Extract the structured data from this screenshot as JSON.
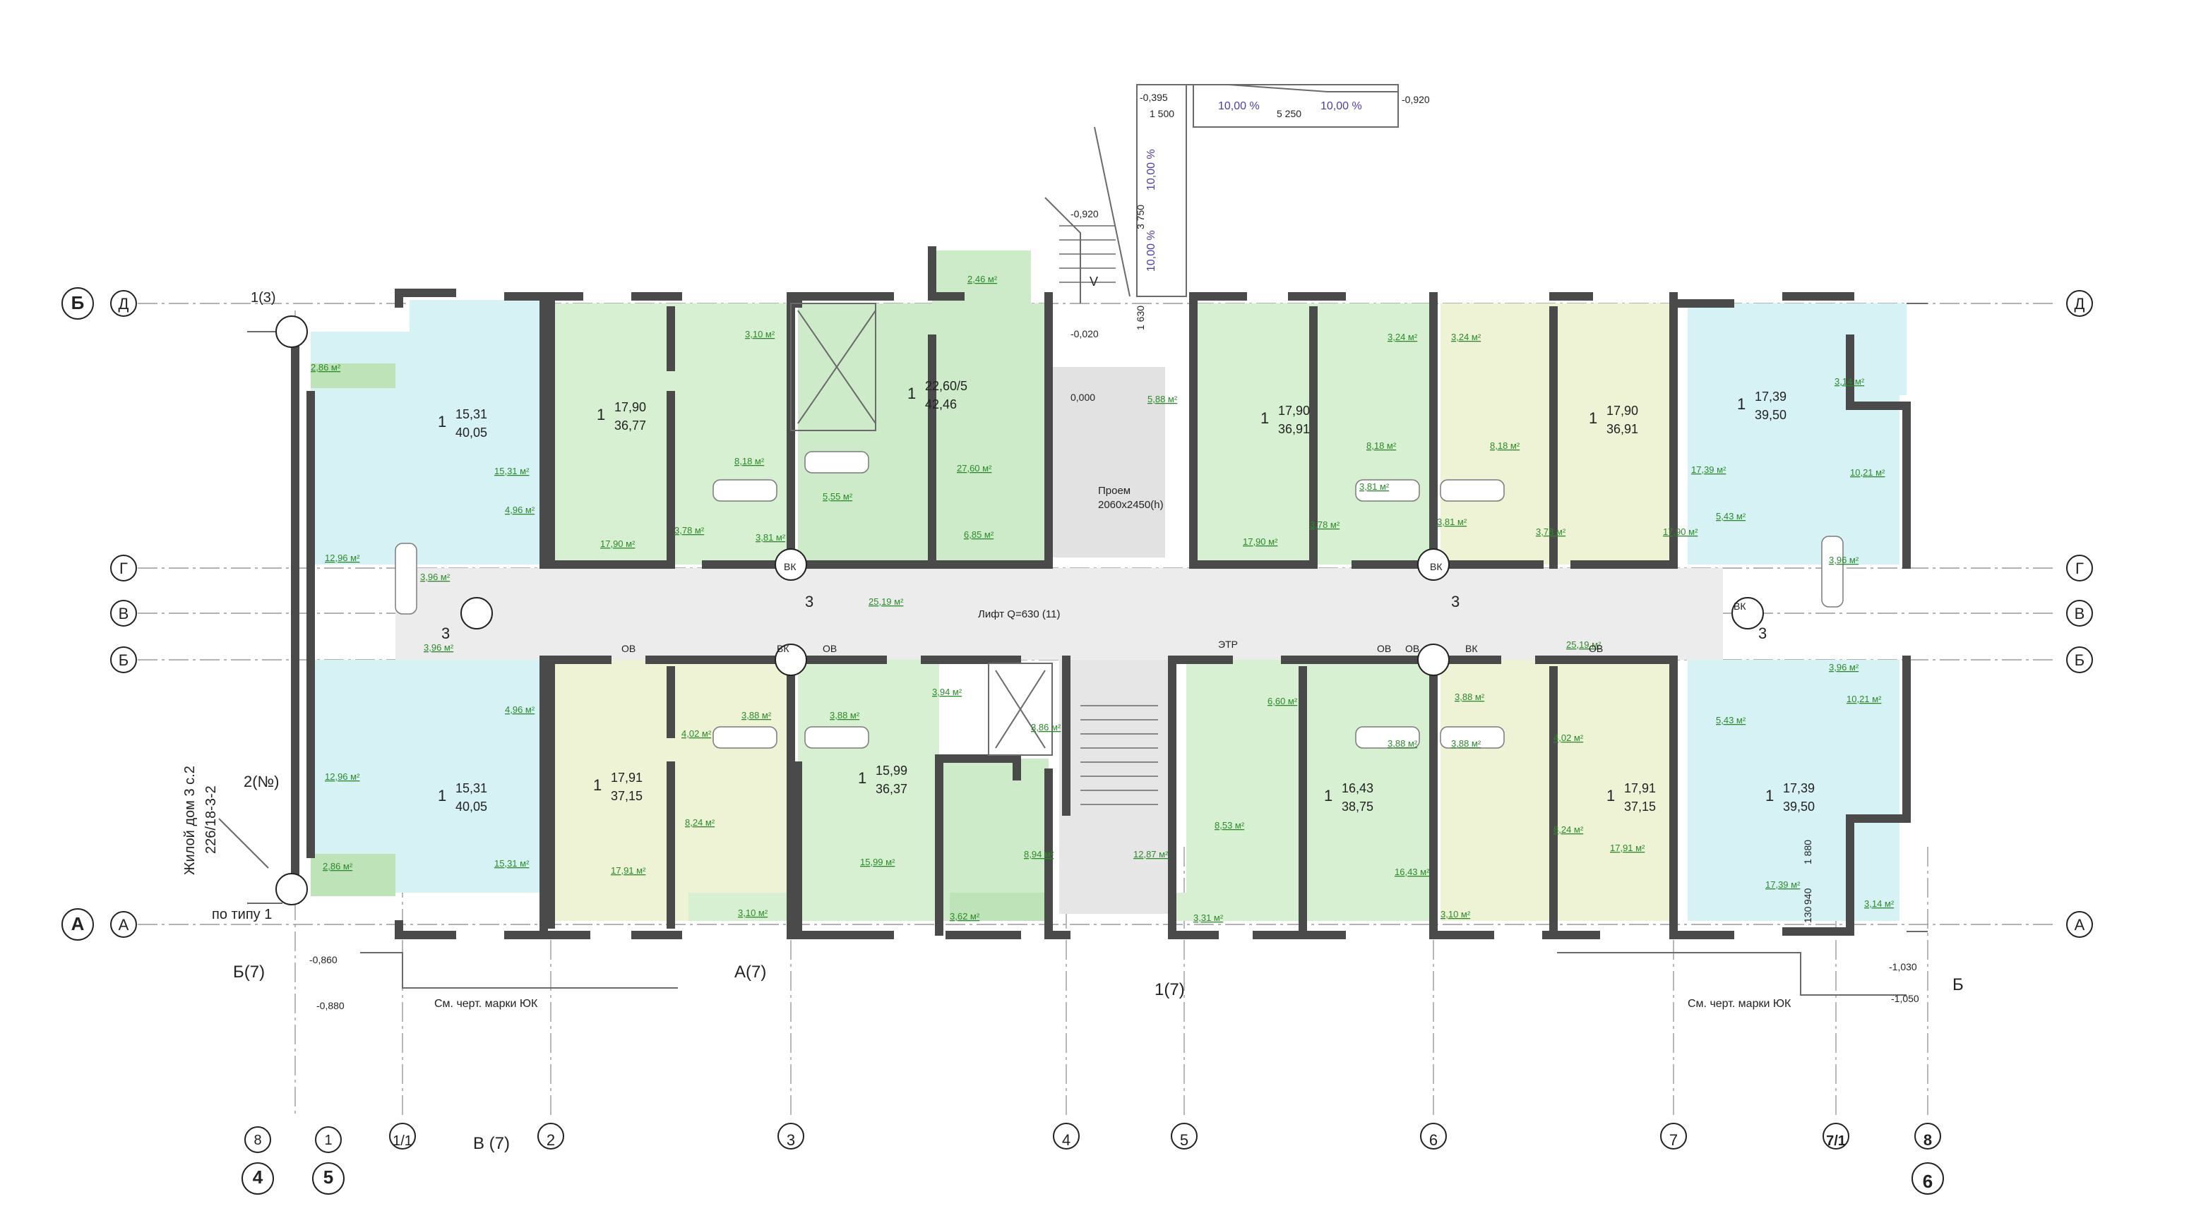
{
  "colors": {
    "wall": "#4a4a4a",
    "corridor": "#ececec",
    "lift": "#dcdcdc",
    "green1": "#cdebc9",
    "green2": "#d8f0d2",
    "green3": "#e2f5de",
    "cyan": "#d7f2f4",
    "yellow": "#eef3d6",
    "balcony": "#bfe3b8",
    "area_text": "#2a8a2a",
    "slope": "#4a3fb0"
  },
  "axes": {
    "letters_left": [
      "Б",
      "Д",
      "Г",
      "В",
      "Б",
      "А",
      "А"
    ],
    "letters_right": [
      "Д",
      "Г",
      "В",
      "Б",
      "А"
    ],
    "numbers_bottom": [
      "8",
      "4",
      "1",
      "5",
      "1/1",
      "2",
      "3",
      "4",
      "5",
      "6",
      "7",
      "7/1",
      "8",
      "6"
    ]
  },
  "apartments": [
    {
      "n": "1",
      "area": "15,31",
      "total": "40,05"
    },
    {
      "n": "1",
      "area": "17,90",
      "total": "36,77"
    },
    {
      "n": "1",
      "area": "22,60/5",
      "total": "42,46"
    },
    {
      "n": "1",
      "area": "17,90",
      "total": "36,91"
    },
    {
      "n": "1",
      "area": "17,90",
      "total": "36,91"
    },
    {
      "n": "1",
      "area": "17,39",
      "total": "39,50"
    },
    {
      "n": "1",
      "area": "15,31",
      "total": "40,05"
    },
    {
      "n": "1",
      "area": "17,91",
      "total": "37,15"
    },
    {
      "n": "1",
      "area": "15,99",
      "total": "36,37"
    },
    {
      "n": "1",
      "area": "16,43",
      "total": "38,75"
    },
    {
      "n": "1",
      "area": "17,91",
      "total": "37,15"
    },
    {
      "n": "1",
      "area": "17,39",
      "total": "39,50"
    }
  ],
  "room_areas": [
    "2,86 м²",
    "15,31 м²",
    "4,96 м²",
    "12,96 м²",
    "3,96 м²",
    "3,96 м²",
    "4,96 м²",
    "12,96 м²",
    "15,31 м²",
    "2,86 м²",
    "3,10 м²",
    "17,90 м²",
    "8,18 м²",
    "3,78 м²",
    "3,81 м²",
    "2,46 м²",
    "27,60 м²",
    "5,55 м²",
    "6,85 м²",
    "5,88 м²",
    "3,24 м²",
    "17,90 м²",
    "8,18 м²",
    "3,78 м²",
    "3,81 м²",
    "3,24 м²",
    "8,18 м²",
    "3,81 м²",
    "3,78 м²",
    "17,90 м²",
    "3,14 м²",
    "10,21 м²",
    "17,39 м²",
    "5,43 м²",
    "3,96 м²",
    "25,19 м²",
    "4,02 м²",
    "3,88 м²",
    "3,88 м²",
    "3,94 м²",
    "8,24 м²",
    "17,91 м²",
    "3,10 м²",
    "15,99 м²",
    "3,86 м²",
    "8,94 м²",
    "3,62 м²",
    "12,87 м²",
    "6,60 м²",
    "3,88 м²",
    "3,88 м²",
    "8,53 м²",
    "16,43 м²",
    "3,31 м²",
    "3,88 м²",
    "4,02 м²",
    "8,24 м²",
    "17,91 м²",
    "3,10 м²",
    "25,19 м²",
    "3,96 м²",
    "10,21 м²",
    "5,43 м²",
    "17,39 м²",
    "3,14 м²"
  ],
  "levels": [
    "-0,395",
    "-0,920",
    "-0,920",
    "-0,020",
    "0,000",
    "-0,860",
    "-0,880",
    "-1,030",
    "-1,050"
  ],
  "ramp": {
    "slope_1": "10,00 %",
    "slope_2": "10,00 %",
    "slope_3": "10,00 %",
    "slope_4": "10,00 %",
    "dim_1": "1 500",
    "dim_2": "5 250",
    "dim_3": "3 750",
    "dim_4": "1 630"
  },
  "labels": {
    "opening": "Проем",
    "opening_size": "2060x2450(h)",
    "lift": "Лифт Q=630 (11)",
    "ref_1": "1(3)",
    "ref_2": "2(№)",
    "ref_3": "по типу 1",
    "building": "Жилой дом 3 с.2",
    "building_code": "226/18-3-2",
    "see_uk_1": "См. черт. марки ЮК",
    "see_uk_2": "См. черт. марки ЮК",
    "sec_b7": "Б(7)",
    "sec_a7": "А(7)",
    "sec_17": "1(7)",
    "sec_b": "Б",
    "sec_v7": "В (7)",
    "stair_3a": "3",
    "stair_3b": "3",
    "stair_3c": "3",
    "stair_3d": "3",
    "vk_1": "ВК",
    "vk_2": "ВК",
    "vk_3": "ВК",
    "vk_4": "ВК",
    "vk_5": "ВК",
    "ov_1": "ОВ",
    "ov_2": "ОВ",
    "ov_3": "ОВ",
    "ov_4": "ОВ",
    "ov_5": "ОВ",
    "etr": "ЭТР",
    "v_mark": "V",
    "dim_1880": "1 880",
    "dim_940": "940",
    "dim_130": "130"
  }
}
